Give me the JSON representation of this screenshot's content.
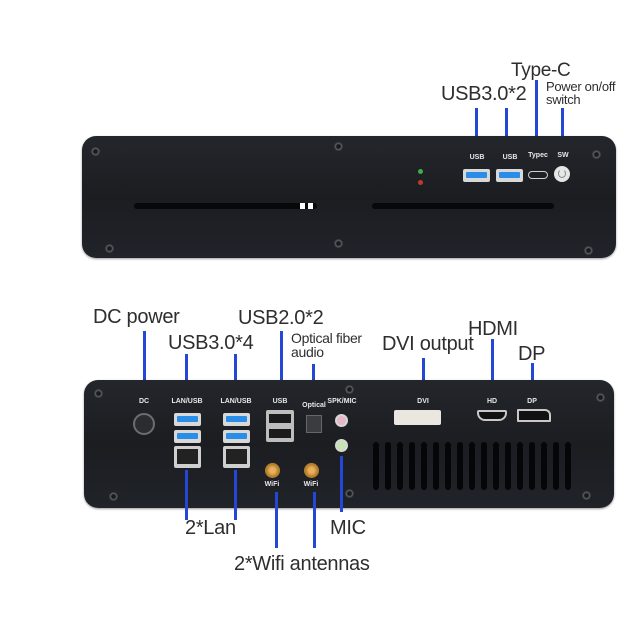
{
  "front_panel": {
    "callouts": {
      "usb30": "USB3.0*2",
      "typec": "Type-C",
      "power": "Power on/off switch"
    },
    "port_labels": {
      "usb1": "USB",
      "usb2": "USB",
      "typec": "Typec",
      "sw": "SW"
    },
    "leds": [
      {
        "name": "power-led",
        "color": "#3fae4a"
      },
      {
        "name": "hdd-led",
        "color": "#c0392b"
      }
    ]
  },
  "rear_panel": {
    "callouts": {
      "dc_power": "DC power",
      "usb30": "USB3.0*4",
      "usb20": "USB2.0*2",
      "optical": "Optical fiber audio",
      "dvi": "DVI output",
      "hdmi": "HDMI",
      "dp": "DP",
      "lan": "2*Lan",
      "wifi": "2*Wifi antennas",
      "mic": "MIC"
    },
    "port_labels": {
      "dc": "DC",
      "lanusb1": "LAN/USB",
      "lanusb2": "LAN/USB",
      "usb": "USB",
      "optical": "Optical",
      "spkmic": "SPK/MIC",
      "dvi": "DVI",
      "hd": "HD",
      "dp": "DP",
      "wifi1": "WiFi",
      "wifi2": "WiFi"
    }
  },
  "colors": {
    "callout_line": "#2447d6",
    "chassis": "#1e2025",
    "usb3_blue": "#2a8ee8"
  }
}
